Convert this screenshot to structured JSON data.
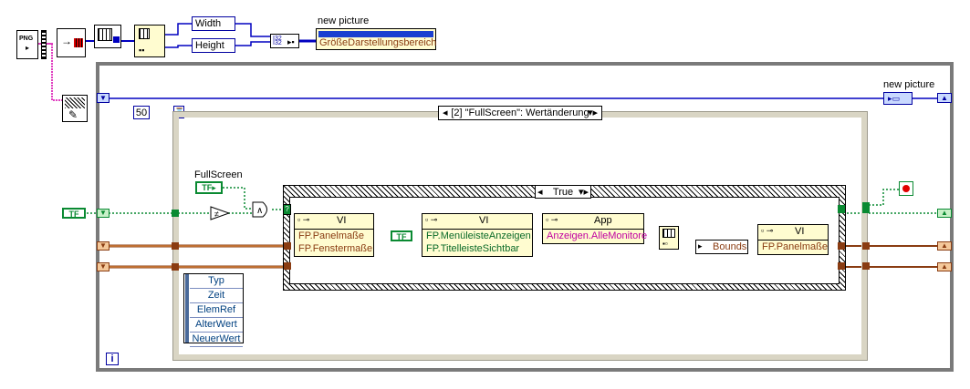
{
  "top": {
    "file_type": "PNG",
    "width_label": "Width",
    "height_label": "Height",
    "new_picture_label": "new picture",
    "property_label": "GrößeDarstellungsbereich"
  },
  "loop": {
    "new_picture_label": "new picture",
    "timeout_value": "50",
    "iteration_label": "i"
  },
  "event": {
    "selector_label": "[2] \"FullScreen\": Wertänderung",
    "data_items": [
      "Typ",
      "Zeit",
      "ElemRef",
      "AlterWert",
      "NeuerWert"
    ],
    "fullscreen_label": "FullScreen",
    "tf_label": "TF"
  },
  "case": {
    "selector_label": "True",
    "bool_tf": "TF"
  },
  "props": {
    "node1": {
      "class": "VI",
      "rows": [
        "FP.Panelmaße",
        "FP.Fenstermaße"
      ]
    },
    "node2": {
      "class": "VI",
      "rows": [
        "FP.MenüleisteAnzeigen",
        "FP.TitelleisteSichtbar"
      ]
    },
    "node3": {
      "class": "App",
      "rows": [
        "Anzeigen.AlleMonitore"
      ]
    },
    "node4": {
      "class": "VI",
      "rows": [
        "FP.Panelmaße"
      ]
    },
    "bounds_label": "Bounds"
  },
  "colors": {
    "bool_green": "#0a8a32",
    "refnum_orange": "#8a3c12",
    "picture_blue": "#0000c0",
    "string_pink": "#e040c0",
    "cluster_brown": "#8a3c12",
    "loop_gray": "#7a7a7a"
  }
}
